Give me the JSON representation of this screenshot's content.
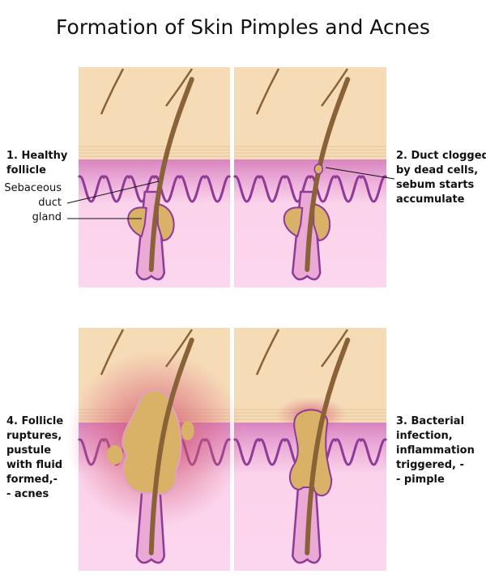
{
  "title": "Formation of Skin Pimples and Acnes",
  "colors": {
    "epidermis": "#f6dcb6",
    "dermis_upper": "#de93c8",
    "dermis_lower": "#fbd4ec",
    "membrane": "#8e3a96",
    "sebum": "#d9b268",
    "hair": "#8a6238",
    "inflammation": "#c8405a"
  },
  "panels": [
    {
      "id": "healthy",
      "label_lines": [
        "1. Healthy",
        "follicle"
      ],
      "annotations": [
        "Sebaceous",
        "duct",
        "gland"
      ]
    },
    {
      "id": "clogged",
      "label_lines": [
        "2. Duct clogged",
        "by dead cells,",
        "sebum starts",
        "accumulate"
      ]
    },
    {
      "id": "pimple",
      "label_lines": [
        "3. Bacterial",
        "infection,",
        "inflammation",
        "triggered, -",
        "- pimple"
      ]
    },
    {
      "id": "acne",
      "label_lines": [
        "4. Follicle",
        "ruptures,",
        "pustule",
        "with fluid",
        "formed,-",
        "- acnes"
      ]
    }
  ]
}
